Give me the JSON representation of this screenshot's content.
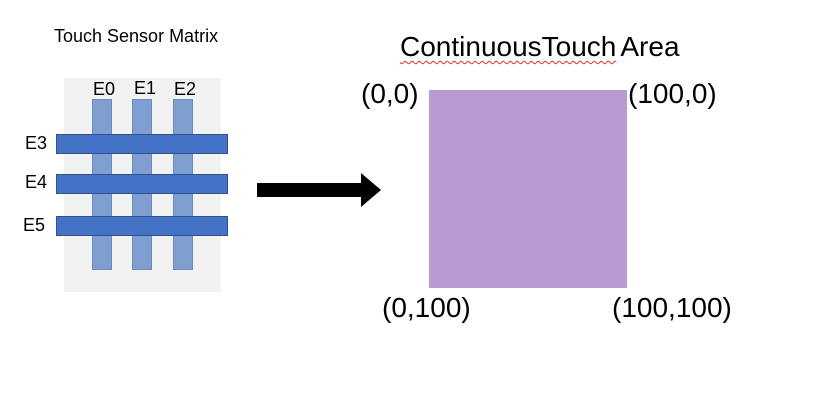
{
  "matrix": {
    "title": "Touch Sensor Matrix",
    "columns": [
      "E0",
      "E1",
      "E2"
    ],
    "rows": [
      "E3",
      "E4",
      "E5"
    ]
  },
  "area": {
    "title_word1": "ContinuousTouch",
    "title_word2": "Area",
    "corners": {
      "top_left": "(0,0)",
      "top_right": "(100,0)",
      "bottom_left": "(0,100)",
      "bottom_right": "(100,100)"
    }
  },
  "colors": {
    "strip_rows": "#4472c4",
    "strip_columns": "#7f9fd0",
    "matrix_background": "#f2f2f2",
    "touch_area": "#b89bd2",
    "arrow": "#000000"
  }
}
